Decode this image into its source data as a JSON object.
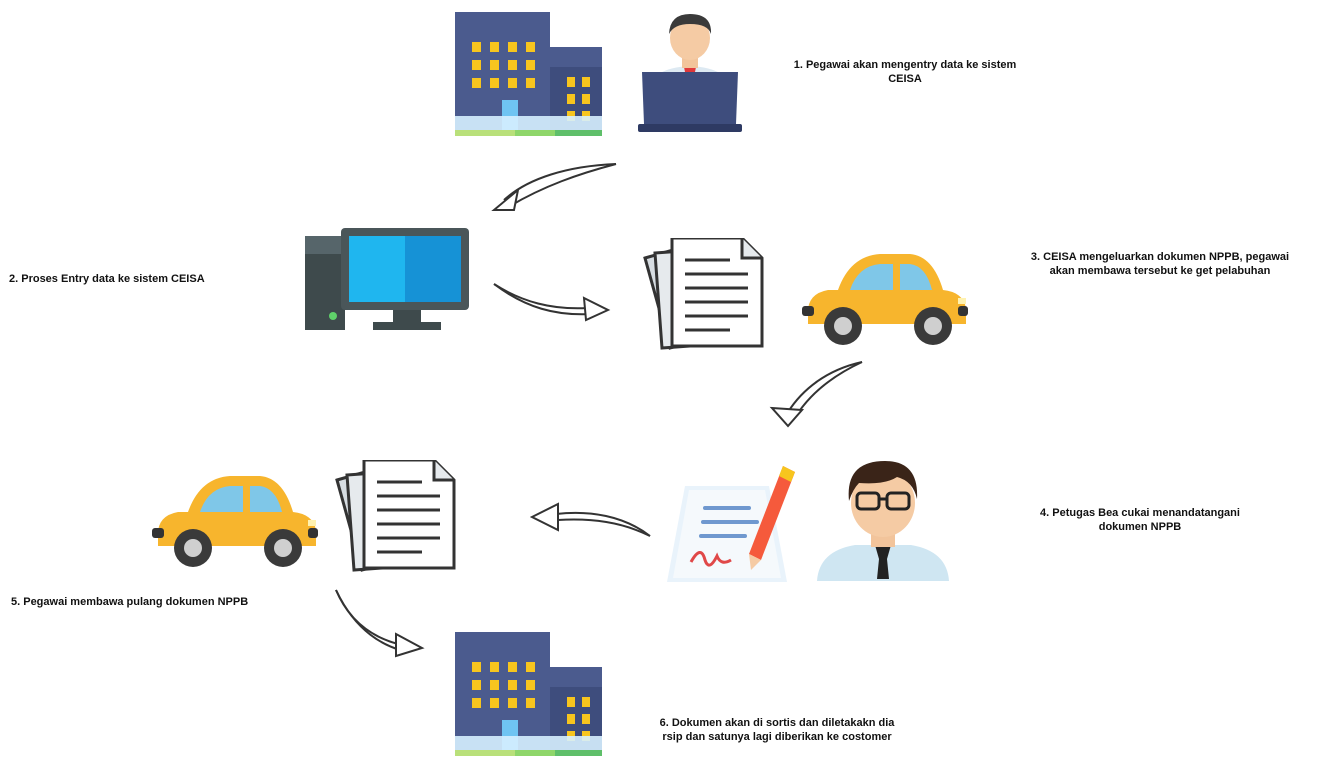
{
  "steps": {
    "s1": {
      "line1": "1. Pegawai akan mengentry data ke sistem",
      "line2": "CEISA"
    },
    "s2": {
      "text": "2. Proses Entry data ke sistem CEISA"
    },
    "s3": {
      "line1": "3. CEISA mengeluarkan dokumen NPPB, pegawai",
      "line2": "akan membawa tersebut ke get pelabuhan"
    },
    "s4": {
      "line1": "4. Petugas Bea cukai menandatangani",
      "line2": "dokumen NPPB"
    },
    "s5": {
      "text": "5. Pegawai membawa pulang dokumen NPPB"
    },
    "s6": {
      "line1": "6. Dokumen akan di sortis dan diletakakn dia",
      "line2": "rsip dan satunya lagi diberikan ke costomer"
    }
  },
  "icons": [
    "building-icon",
    "employee-laptop-icon",
    "computer-icon",
    "documents-icon",
    "car-icon",
    "signing-document-icon",
    "officer-icon"
  ],
  "colors": {
    "building": "#4a5a8c",
    "window": "#f7c51e",
    "screen": "#1aa7e8",
    "car": "#f7b52d",
    "arrow": "#333333"
  }
}
